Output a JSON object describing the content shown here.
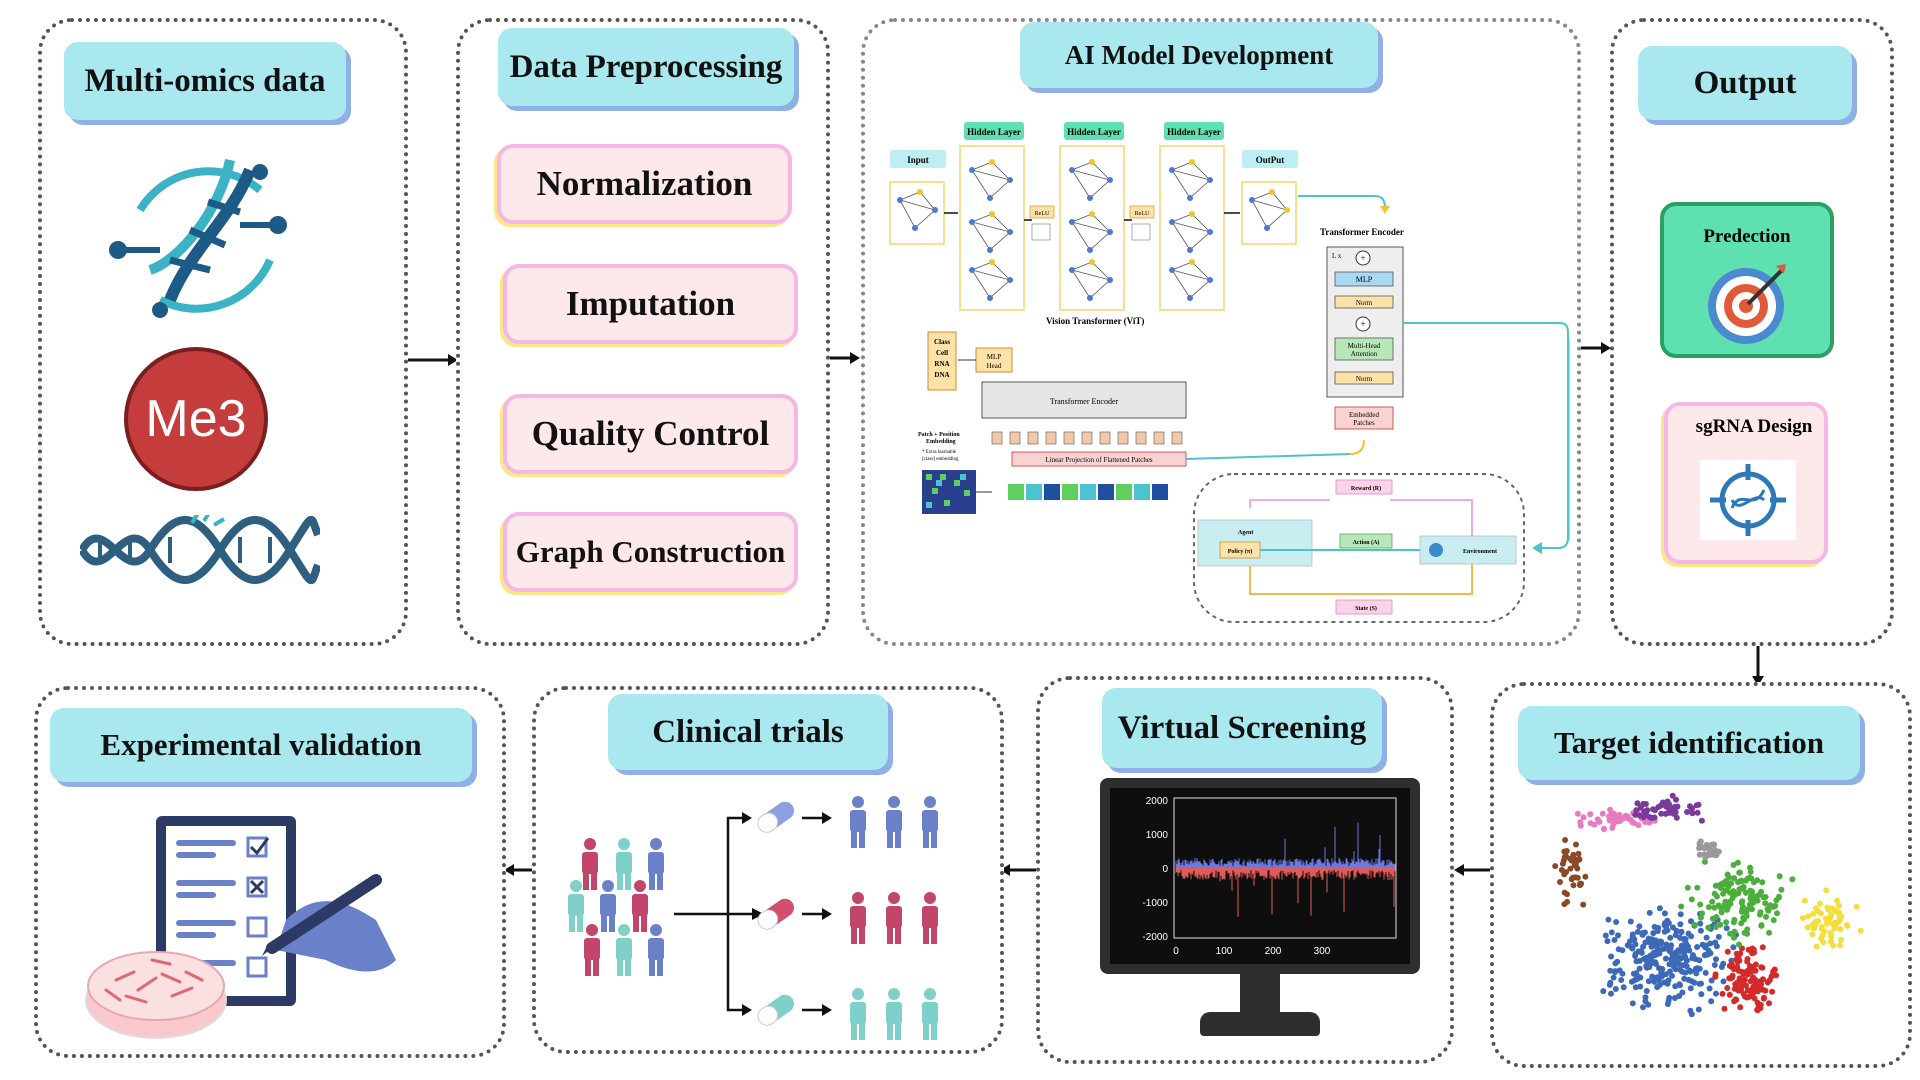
{
  "panels": {
    "multi_omics": {
      "title": "Multi-omics data",
      "me3_label": "Me3"
    },
    "preprocessing": {
      "title": "Data Preprocessing",
      "steps": [
        "Normalization",
        "Imputation",
        "Quality Control",
        "Graph Construction"
      ]
    },
    "ai_model": {
      "title": "AI Model Development",
      "mlp": {
        "input": "Input",
        "hidden": "Hidden Layer",
        "output": "OutPut",
        "relu": "ReLU"
      },
      "vit": {
        "label": "Vision Transformer (ViT)",
        "class_box": [
          "Class",
          "Cell",
          "RNA",
          "DNA"
        ],
        "mlp_head": [
          "MLP",
          "Head"
        ],
        "encoder": "Transformer Encoder",
        "patch_label": [
          "Patch + Position",
          "Embedding"
        ],
        "extra": [
          "* Extra learnable",
          "[class] embedding"
        ],
        "projection": "Linear Projection of Flattened Patches"
      },
      "encoder_block": {
        "title": "Transformer Encoder",
        "lx": "L x",
        "mlp": "MLP",
        "norm": "Norm",
        "attention": [
          "Multi-Head",
          "Attention"
        ],
        "embedded": [
          "Embedded",
          "Patches"
        ]
      },
      "rl": {
        "reward": "Reward (R)",
        "agent": "Agent",
        "policy": "Policy (π)",
        "action": "Action (A)",
        "environment": "Environment",
        "state": "State (S)"
      }
    },
    "output": {
      "title": "Output",
      "prediction": "Predection",
      "sgrna": "sgRNA Design"
    },
    "target": {
      "title": "Target identification"
    },
    "virtual": {
      "title": "Virtual Screening",
      "y_ticks": [
        "2000",
        "1000",
        "0",
        "-1000",
        "-2000"
      ],
      "x_ticks": [
        "0",
        "100",
        "200",
        "300"
      ]
    },
    "clinical": {
      "title": "Clinical trials"
    },
    "experimental": {
      "title": "Experimental validation"
    }
  },
  "colors": {
    "tag_fill": "#a8e8ee",
    "tag_shadow": "#8fb0e6",
    "step_fill": "#fde8ea",
    "step_border": "#f5b8e6",
    "prediction_fill": "#5fe0b0"
  }
}
